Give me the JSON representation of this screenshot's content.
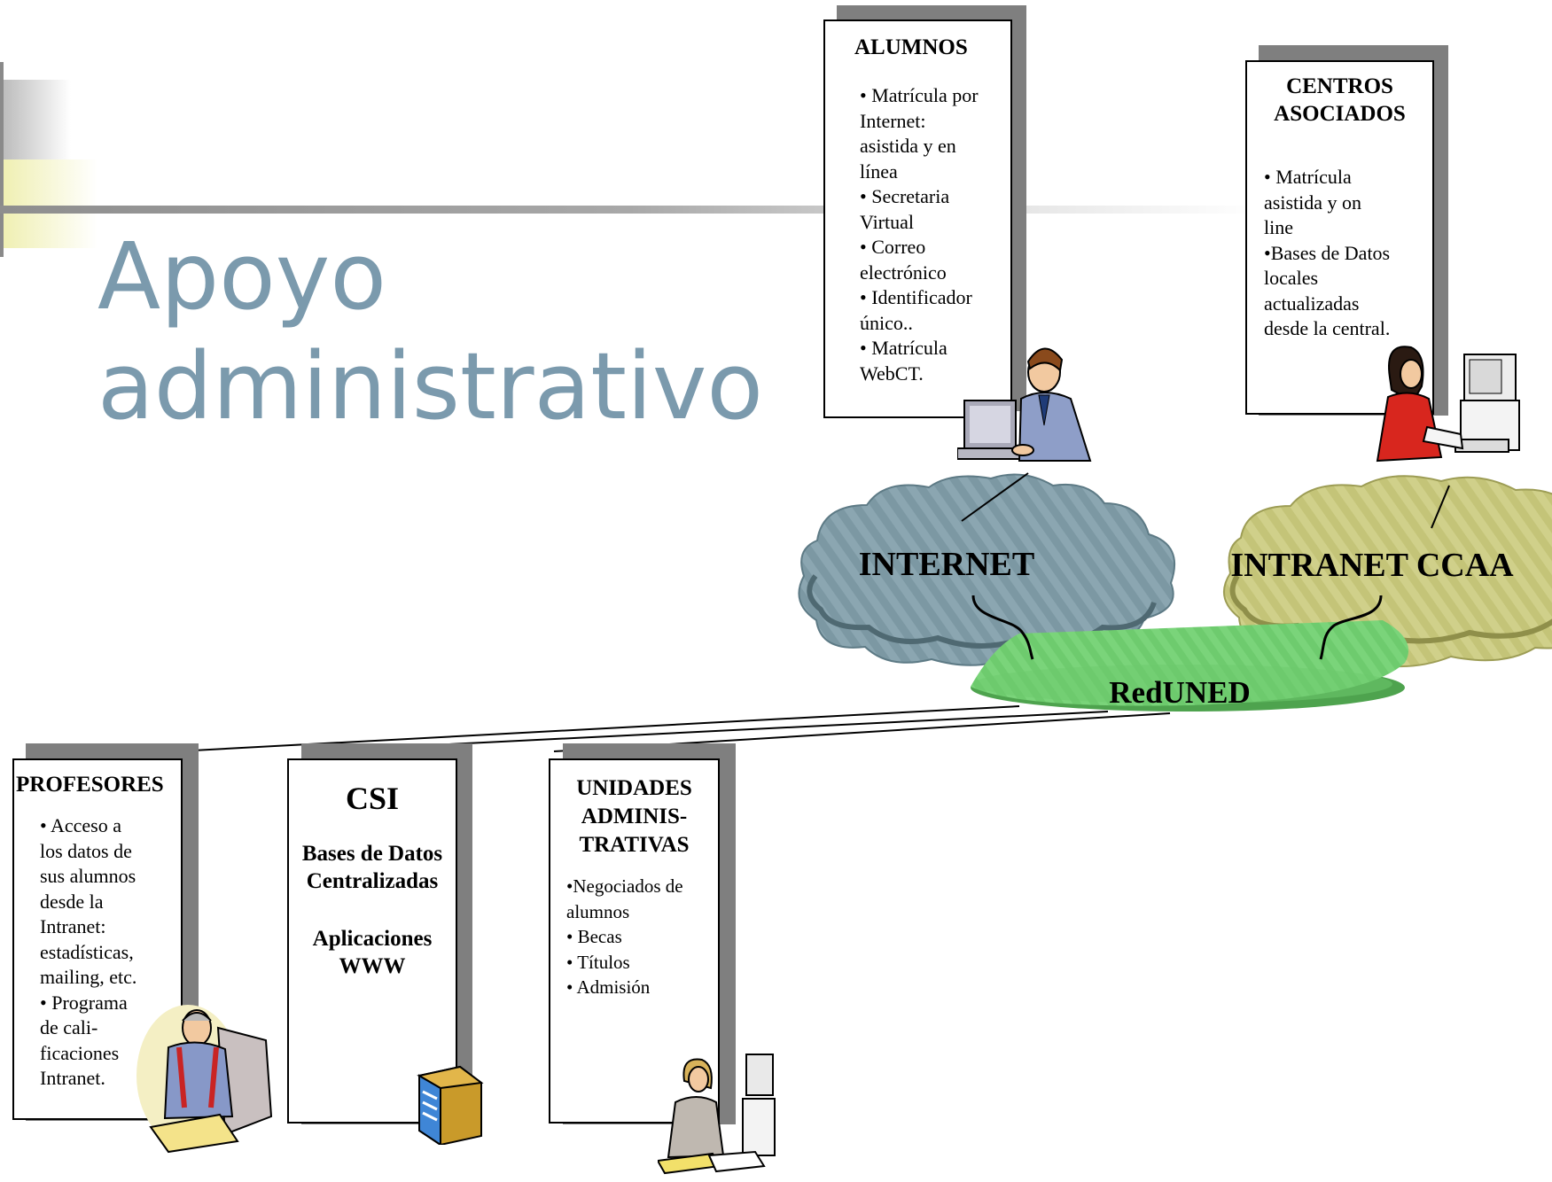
{
  "title": "Apoyo\nadministrativo",
  "alumnos": {
    "heading": "ALUMNOS",
    "items": "• Matrícula por\nInternet:\nasistida y en\nlínea\n• Secretaria\nVirtual\n• Correo\nelectrónico\n• Identificador\núnico..\n• Matrícula\nWebCT."
  },
  "centros": {
    "heading": "CENTROS\nASOCIADOS",
    "items": "• Matrícula\nasistida y  on\nline\n•Bases de Datos\nlocales\nactualizadas\ndesde la central."
  },
  "networks": {
    "internet": "INTERNET",
    "intranet": "INTRANET CCAA",
    "reduned": "RedUNED"
  },
  "profesores": {
    "heading": "PROFESORES",
    "items": "• Acceso a\nlos datos de\nsus alumnos\ndesde la\nIntranet:\nestadísticas,\nmailing, etc.\n• Programa\nde cali-\nficaciones\nIntranet."
  },
  "csi": {
    "heading": "CSI",
    "line1": "Bases de Datos\nCentralizadas",
    "line2": "Aplicaciones\nWWW"
  },
  "unidades": {
    "heading": "UNIDADES\nADMINIS-\nTRATIVAS",
    "items": "•Negociados de\nalumnos\n• Becas\n• Títulos\n• Admisión"
  },
  "colors": {
    "title": "#7b9aad",
    "internet_cloud": "#7c98a3",
    "intranet_cloud": "#c4c478",
    "reduned": "#6ecb6e",
    "box_shadow": "#7f7f7f"
  },
  "icons": [
    "man-at-computer-icon",
    "woman-at-computer-icon",
    "professor-writing-icon",
    "server-tower-icon",
    "woman-with-computer-icon"
  ]
}
